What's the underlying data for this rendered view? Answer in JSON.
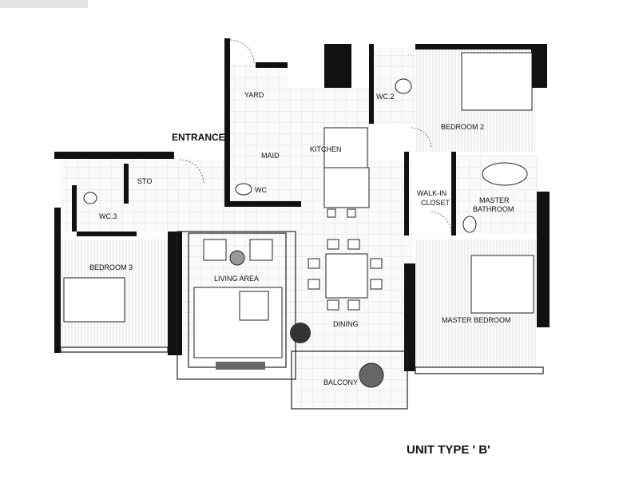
{
  "plan": {
    "title": "UNIT TYPE ' B'",
    "rooms": {
      "entrance": "ENTRANCE",
      "yard": "YARD",
      "maid": "MAID",
      "kitchen": "KITCHEN",
      "wc2": "WC.2",
      "bedroom2": "BEDROOM 2",
      "sto": "STO",
      "wc3": "WC.3",
      "wc": "WC",
      "walkin_1": "WALK-IN",
      "walkin_2": "CLOSET",
      "master_bath_1": "MASTER",
      "master_bath_2": "BATHROOM",
      "bedroom3": "BEDROOM 3",
      "living": "LIVING AREA",
      "dining": "DINING",
      "master_bedroom": "MASTER BEDROOM",
      "balcony": "BALCONY"
    },
    "colors": {
      "wall": "#111111",
      "background": "#ffffff",
      "tile": "#d8d8d8"
    }
  }
}
